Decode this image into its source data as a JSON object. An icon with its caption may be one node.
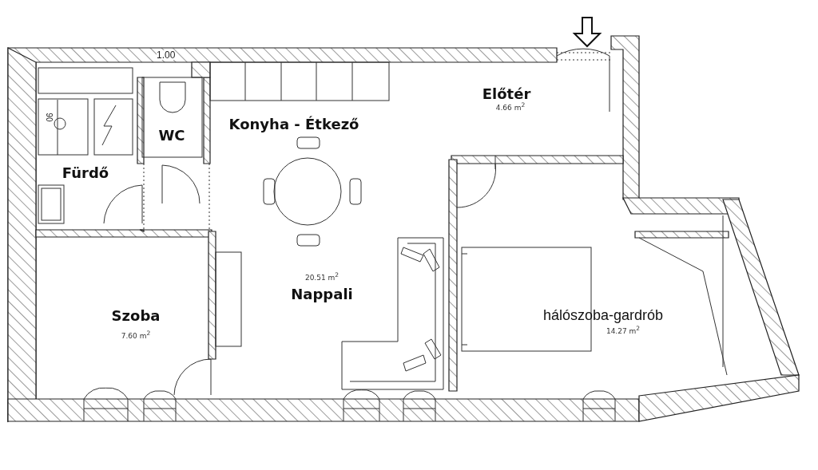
{
  "diagram": {
    "nodes": [
      {
        "text": [
          "Fürdő"
        ]
      },
      {
        "text": [
          "WC"
        ]
      },
      {
        "text": [
          "Konyha - Étkező",
          "20.51 m$^{2}$",
          "Nappali"
        ]
      },
      {
        "text": [
          "Előtér",
          "4.66 m$^{2}$"
        ]
      },
      {
        "text": [
          "Szoba",
          "7.60 m$^{2}$"
        ]
      },
      {
        "text": [
          "hálószoba-gardrób",
          "14.27 m$^{2}$"
        ]
      }
    ],
    "labels": [
      "1.00",
      "90"
    ]
  }
}
